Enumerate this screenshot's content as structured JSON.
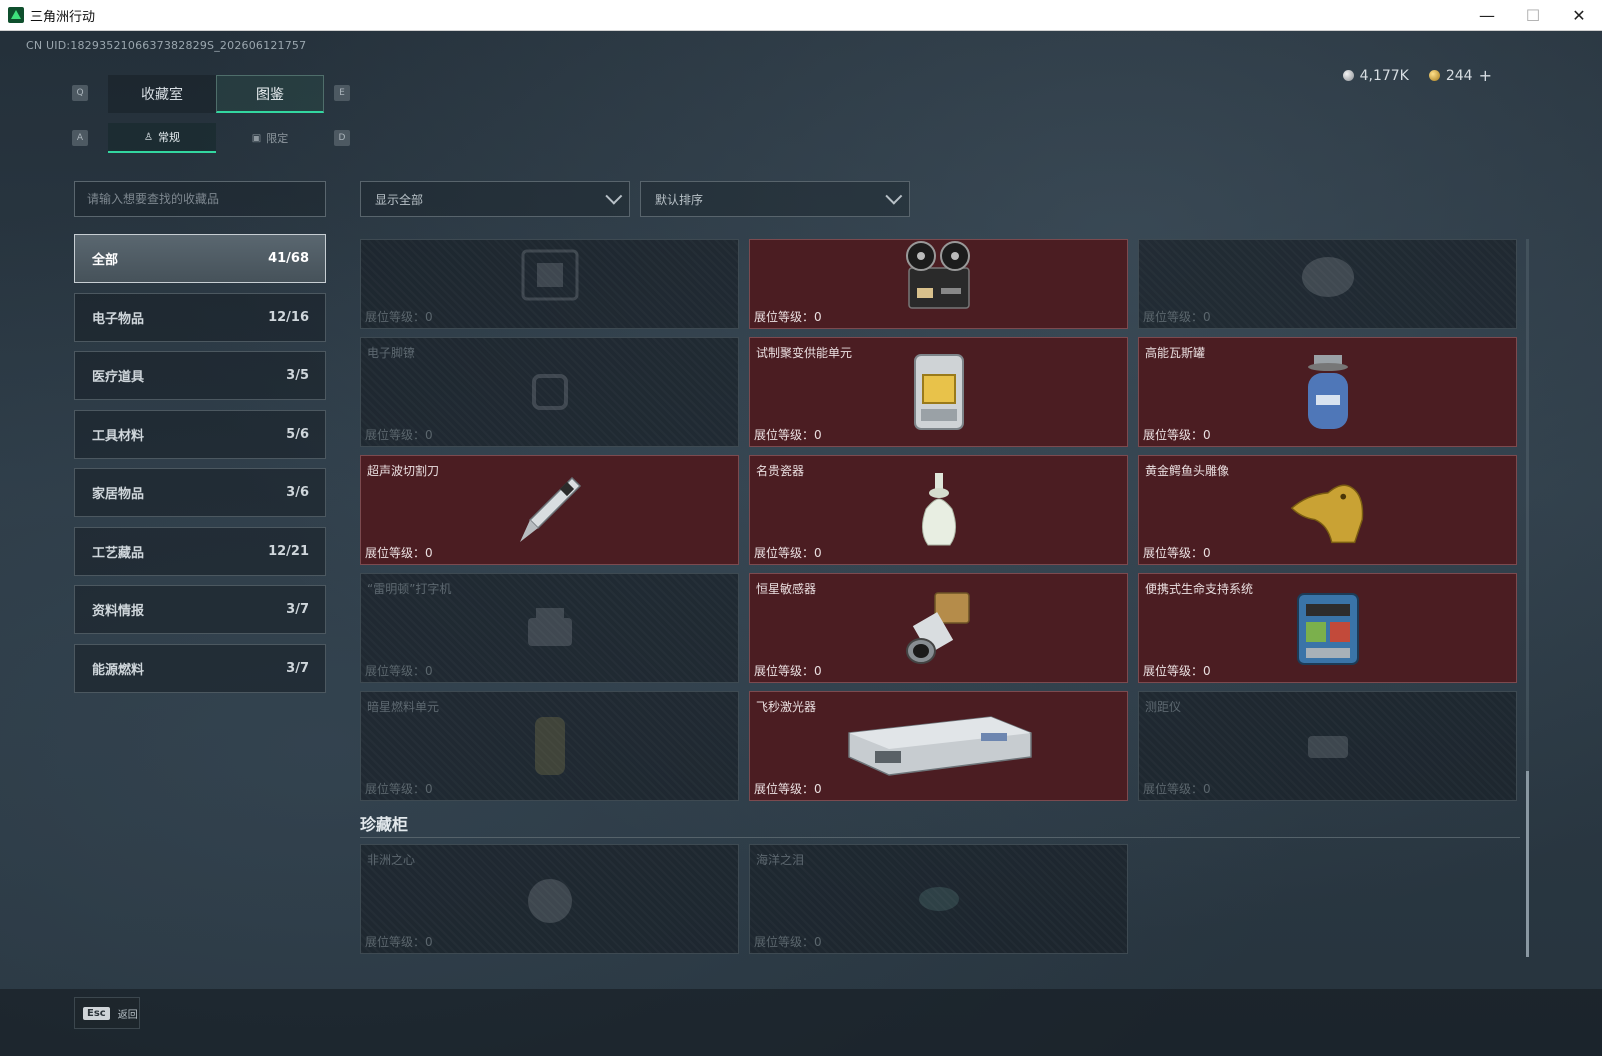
{
  "window": {
    "title": "三角洲行动",
    "minimize": "—",
    "maximize": "☐",
    "close": "✕"
  },
  "uid": "CN UID:1829352106637382829S_202606121757",
  "currency": {
    "silver": "4,177K",
    "gold": "244",
    "add": "+"
  },
  "keys": {
    "prev_tab": "Q",
    "next_tab": "E",
    "prev_sub": "A",
    "next_sub": "D"
  },
  "tabs": [
    {
      "label": "收藏室",
      "active": false
    },
    {
      "label": "图鉴",
      "active": true
    }
  ],
  "subtabs": [
    {
      "label": "常规",
      "icon": "figure-icon",
      "active": true
    },
    {
      "label": "限定",
      "icon": "image-icon",
      "active": false
    }
  ],
  "search": {
    "placeholder": "请输入想要查找的收藏品"
  },
  "filters": {
    "show": "显示全部",
    "sort": "默认排序"
  },
  "categories": [
    {
      "label": "全部",
      "count": "41/68",
      "active": true
    },
    {
      "label": "电子物品",
      "count": "12/16"
    },
    {
      "label": "医疗道具",
      "count": "3/5"
    },
    {
      "label": "工具材料",
      "count": "5/6"
    },
    {
      "label": "家居物品",
      "count": "3/6"
    },
    {
      "label": "工艺藏品",
      "count": "12/21"
    },
    {
      "label": "资料情报",
      "count": "3/7"
    },
    {
      "label": "能源燃料",
      "count": "3/7"
    }
  ],
  "level_label": "展位等级：",
  "items": [
    {
      "name": "",
      "level": "0",
      "owned": false,
      "icon": "circuit-board-icon"
    },
    {
      "name": "",
      "level": "0",
      "owned": true,
      "icon": "reel-recorder-icon"
    },
    {
      "name": "",
      "level": "0",
      "owned": false,
      "icon": "relic-icon"
    },
    {
      "name": "电子脚镣",
      "level": "0",
      "owned": false,
      "icon": "ankle-monitor-icon"
    },
    {
      "name": "试制聚变供能单元",
      "level": "0",
      "owned": true,
      "icon": "fusion-cell-icon"
    },
    {
      "name": "高能瓦斯罐",
      "level": "0",
      "owned": true,
      "icon": "gas-canister-icon"
    },
    {
      "name": "超声波切割刀",
      "level": "0",
      "owned": true,
      "icon": "ultrasonic-knife-icon"
    },
    {
      "name": "名贵瓷器",
      "level": "0",
      "owned": true,
      "icon": "porcelain-vase-icon"
    },
    {
      "name": "黄金鳄鱼头雕像",
      "level": "0",
      "owned": true,
      "icon": "gold-crocodile-icon"
    },
    {
      "name": "“雷明顿”打字机",
      "level": "0",
      "owned": false,
      "icon": "typewriter-icon"
    },
    {
      "name": "恒星敏感器",
      "level": "0",
      "owned": true,
      "icon": "star-sensor-icon"
    },
    {
      "name": "便携式生命支持系统",
      "level": "0",
      "owned": true,
      "icon": "life-support-icon"
    },
    {
      "name": "暗星燃料单元",
      "level": "0",
      "owned": false,
      "icon": "fuel-cell-icon"
    },
    {
      "name": "飞秒激光器",
      "level": "0",
      "owned": true,
      "icon": "femto-laser-icon"
    },
    {
      "name": "测距仪",
      "level": "0",
      "owned": false,
      "icon": "rangefinder-icon"
    }
  ],
  "cabinet": {
    "title": "珍藏柜",
    "items": [
      {
        "name": "非洲之心",
        "level": "0",
        "owned": false,
        "icon": "gem-icon"
      },
      {
        "name": "海洋之泪",
        "level": "0",
        "owned": false,
        "icon": "gem-icon"
      }
    ]
  },
  "footer": {
    "key": "Esc",
    "label": "返回"
  },
  "colors": {
    "accent": "#33d7a0",
    "owned_bg": "#4b1d22",
    "owned_border": "#7c4a4f"
  }
}
